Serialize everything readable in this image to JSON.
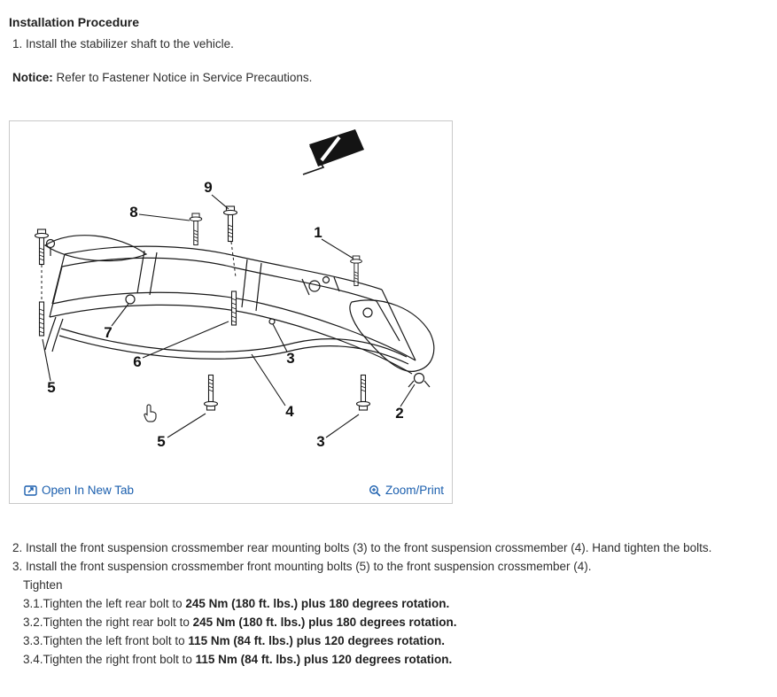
{
  "theme": {
    "link-color": "#1b5fae",
    "text-color": "#2f2f2f"
  },
  "procedure": {
    "title": "Installation Procedure",
    "step1": "1. Install the stabilizer shaft to the vehicle.",
    "notice_label": "Notice:",
    "notice_text": " Refer to Fastener Notice in Service Precautions.",
    "step2": "2. Install the front suspension crossmember rear mounting bolts (3) to the front suspension crossmember (4). Hand tighten the bolts.",
    "step3": "3. Install the front suspension crossmember front mounting bolts (5) to the front suspension crossmember (4).",
    "tighten_heading": "Tighten",
    "substeps": [
      {
        "text": "3.1.Tighten the left rear bolt to ",
        "torque": "245 Nm (180 ft. lbs.) plus 180 degrees rotation."
      },
      {
        "text": "3.2.Tighten the right rear bolt to ",
        "torque": "245 Nm (180 ft. lbs.) plus 180 degrees rotation."
      },
      {
        "text": "3.3.Tighten the left front bolt to ",
        "torque": "115 Nm (84 ft. lbs.) plus 120 degrees rotation."
      },
      {
        "text": "3.4.Tighten the right front bolt to ",
        "torque": "115 Nm (84 ft. lbs.) plus 120 degrees rotation."
      }
    ]
  },
  "viewer": {
    "open_in_new_tab_label": "Open In New Tab",
    "zoom_print_label": "Zoom/Print"
  },
  "diagram": {
    "description": "Front suspension crossmember with numbered mounting bolt callouts",
    "callouts": [
      "9",
      "8",
      "1",
      "7",
      "6",
      "3",
      "4",
      "2",
      "5",
      "5",
      "3"
    ]
  }
}
